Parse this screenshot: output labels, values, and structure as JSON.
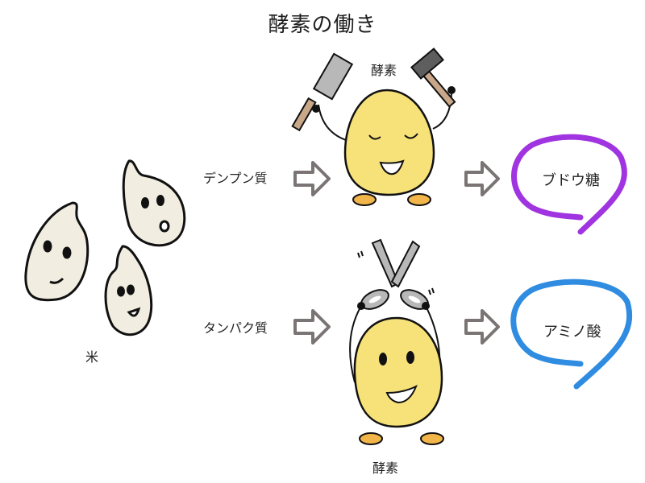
{
  "title": "酵素の働き",
  "rice": {
    "label": "米",
    "fill": "#f1ede0",
    "outline": "#111111"
  },
  "rows": [
    {
      "input_label": "デンプン質",
      "enzyme_label": "酵素",
      "enzyme_tools": [
        "saw-icon",
        "hammer-icon"
      ],
      "enzyme_expression": "eyes-closed-smile",
      "output_label": "ブドウ糖",
      "output_color": "#a034e0"
    },
    {
      "input_label": "タンパク質",
      "enzyme_label": "酵素",
      "enzyme_tools": [
        "scissors-icon"
      ],
      "enzyme_expression": "eyes-open-smile",
      "output_label": "アミノ酸",
      "output_color": "#2f8ce0"
    }
  ],
  "colors": {
    "enzyme_body": "#f7e27a",
    "enzyme_feet": "#f2b54a",
    "arrow": "#7a7474",
    "tool_metal": "#b8b8b8",
    "tool_handle": "#c9a789"
  }
}
